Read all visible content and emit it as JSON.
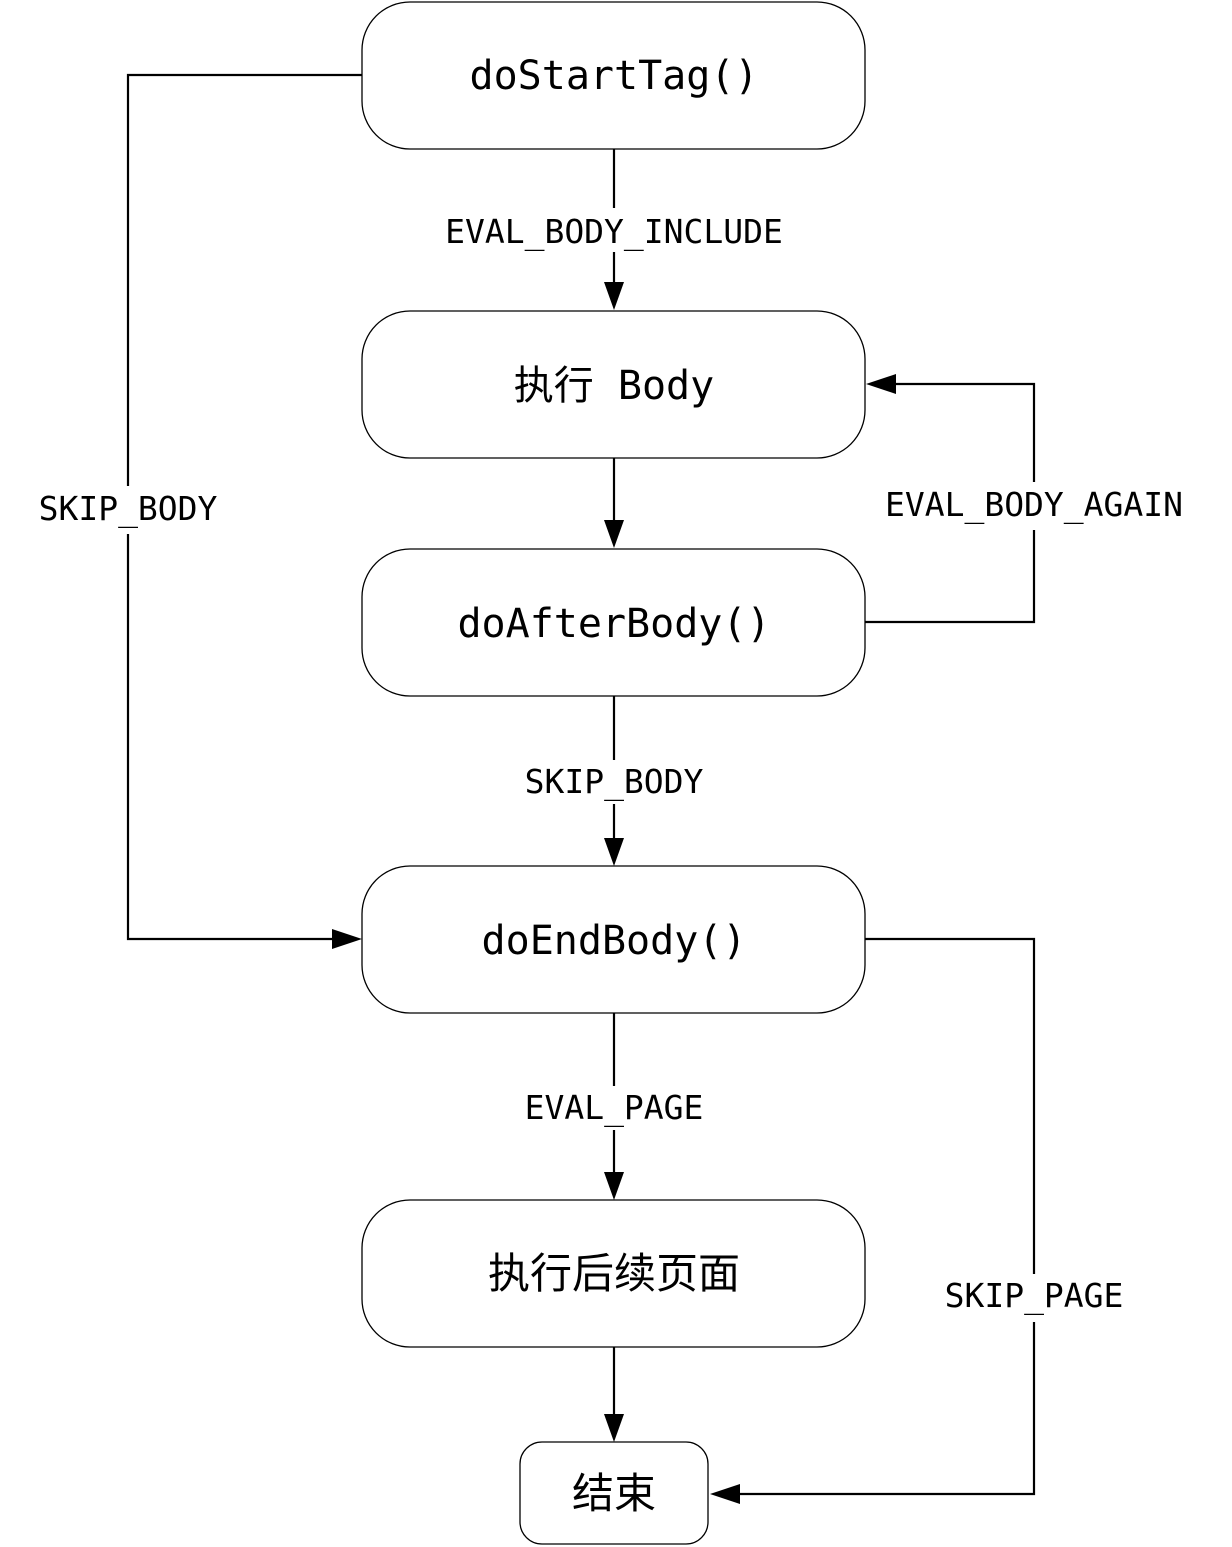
{
  "nodes": {
    "do_start_tag": "doStartTag()",
    "execute_body": "执行 Body",
    "do_after_body": "doAfterBody()",
    "do_end_body": "doEndBody()",
    "execute_rest_page": "执行后续页面",
    "end": "结束"
  },
  "edges": {
    "eval_body_include": "EVAL_BODY_INCLUDE",
    "skip_body_left": "SKIP_BODY",
    "eval_body_again": "EVAL_BODY_AGAIN",
    "skip_body_center": "SKIP_BODY",
    "eval_page": "EVAL_PAGE",
    "skip_page": "SKIP_PAGE"
  }
}
